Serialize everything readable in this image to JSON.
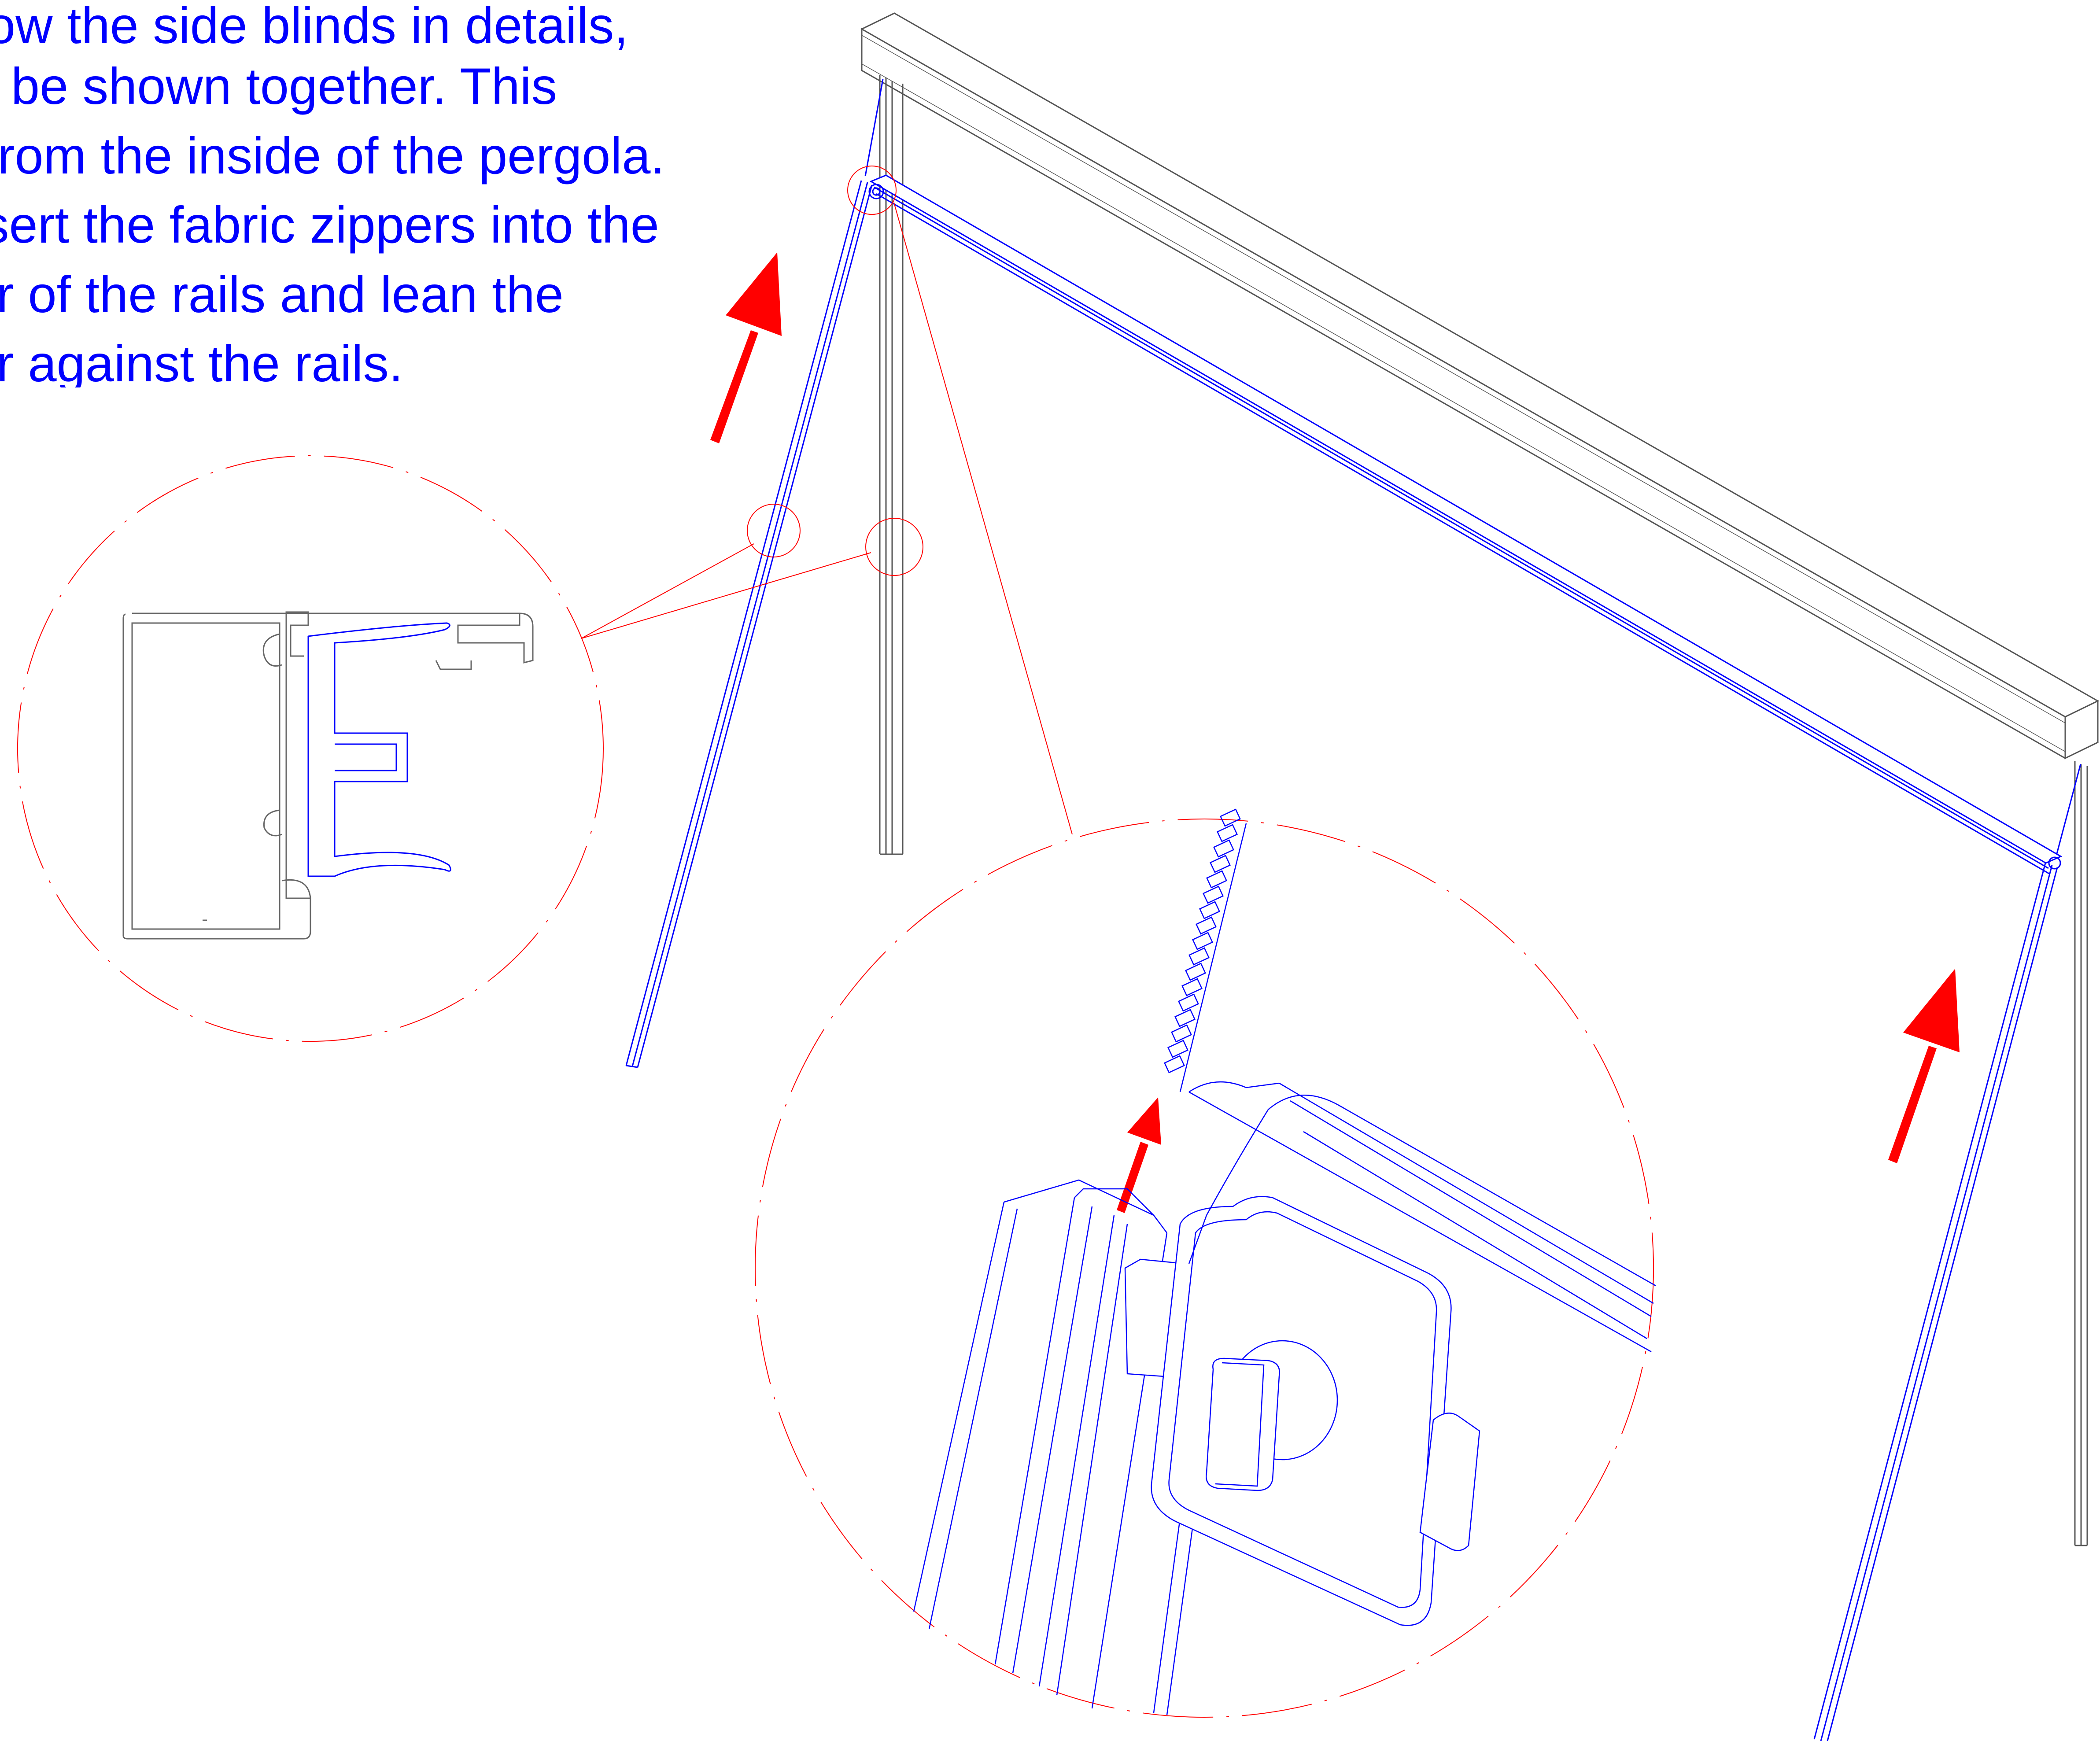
{
  "instructions": {
    "lines": [
      "ow the side blinds in details,",
      " be shown together. This",
      "from the inside of the pergola.",
      "sert the fabric zippers into the",
      "r of the rails and lean the",
      "r against the rails."
    ]
  },
  "colors": {
    "text": "#0000ff",
    "blind": "#0000ff",
    "frame": "#555555",
    "callout": "#ff0000",
    "arrow": "#ff0000",
    "background": "#ffffff"
  }
}
